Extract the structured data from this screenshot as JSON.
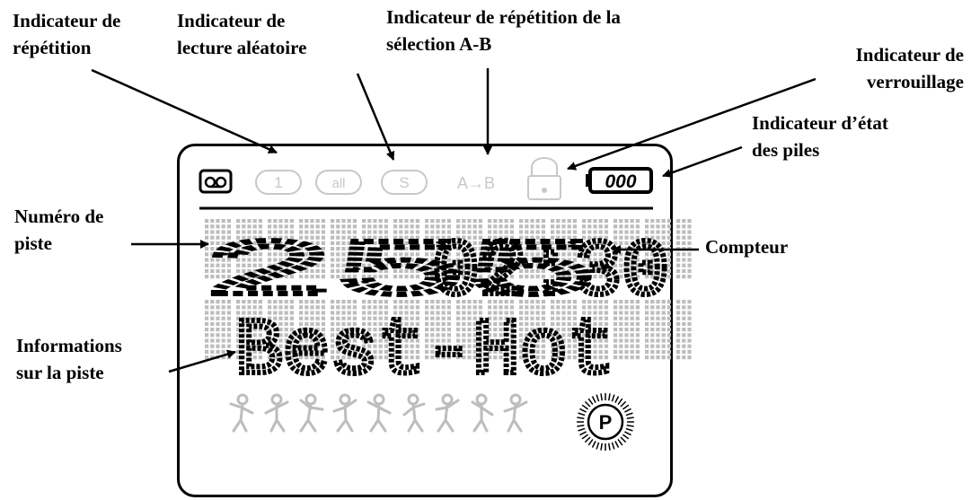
{
  "labels": {
    "repeat": "Indicateur de\nrépétition",
    "shuffle": "Indicateur de\nlecture aléatoire",
    "ab_repeat": "Indicateur de répétition de la\nsélection A-B",
    "lock": "Indicateur de\nverrouillage",
    "battery": "Indicateur d’état\ndes piles",
    "track_number": "Numéro de\npiste",
    "counter": "Compteur",
    "track_info": "Informations\nsur la piste"
  },
  "display": {
    "track_number": "255",
    "counter": "02:30",
    "track_info": "Best-Hot",
    "icon_one": "1",
    "icon_all": "all",
    "icon_shuffle": "S",
    "icon_ab": "A→B",
    "battery_text": "000",
    "logo_letter": "P"
  },
  "colors": {
    "lcd_on": "#000000",
    "lcd_off": "#bdbdbd",
    "icon_inactive": "#c8c8c8",
    "background": "#ffffff"
  }
}
